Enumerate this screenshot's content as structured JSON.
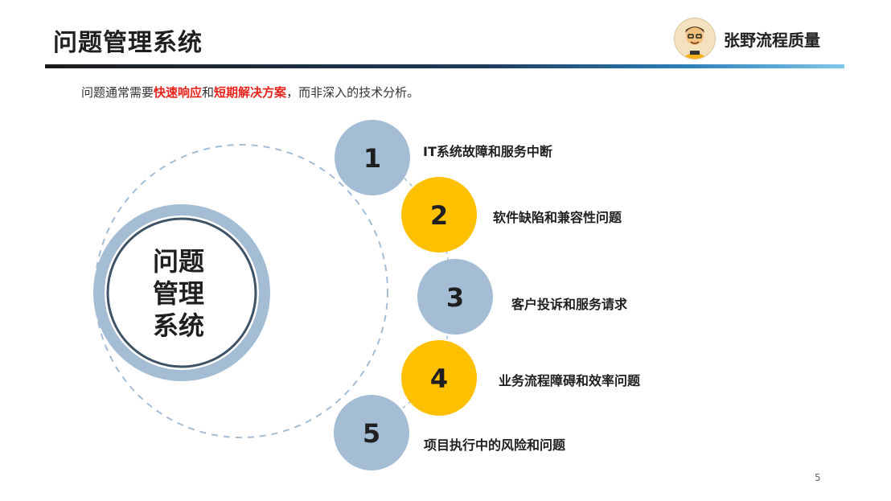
{
  "header": {
    "title": "问题管理系统",
    "brand": "张野流程质量"
  },
  "subtitle": {
    "prefix": "问题通常需要",
    "highlight1": "快速响应",
    "middle": "和",
    "highlight2": "短期解决方案",
    "suffix": "，而非深入的技术分析。"
  },
  "center": {
    "line1": "问题",
    "line2": "管理",
    "line3": "系统"
  },
  "items": [
    {
      "number": "1",
      "label": "IT系统故障和服务中断"
    },
    {
      "number": "2",
      "label": "软件缺陷和兼容性问题"
    },
    {
      "number": "3",
      "label": "客户投诉和服务请求"
    },
    {
      "number": "4",
      "label": "业务流程障碍和效率问题"
    },
    {
      "number": "5",
      "label": "项目执行中的风险和问题"
    }
  ],
  "page_number": "5",
  "colors": {
    "blue_circle": "#a4bdd4",
    "yellow_circle": "#ffc000",
    "highlight": "#e8231c"
  }
}
